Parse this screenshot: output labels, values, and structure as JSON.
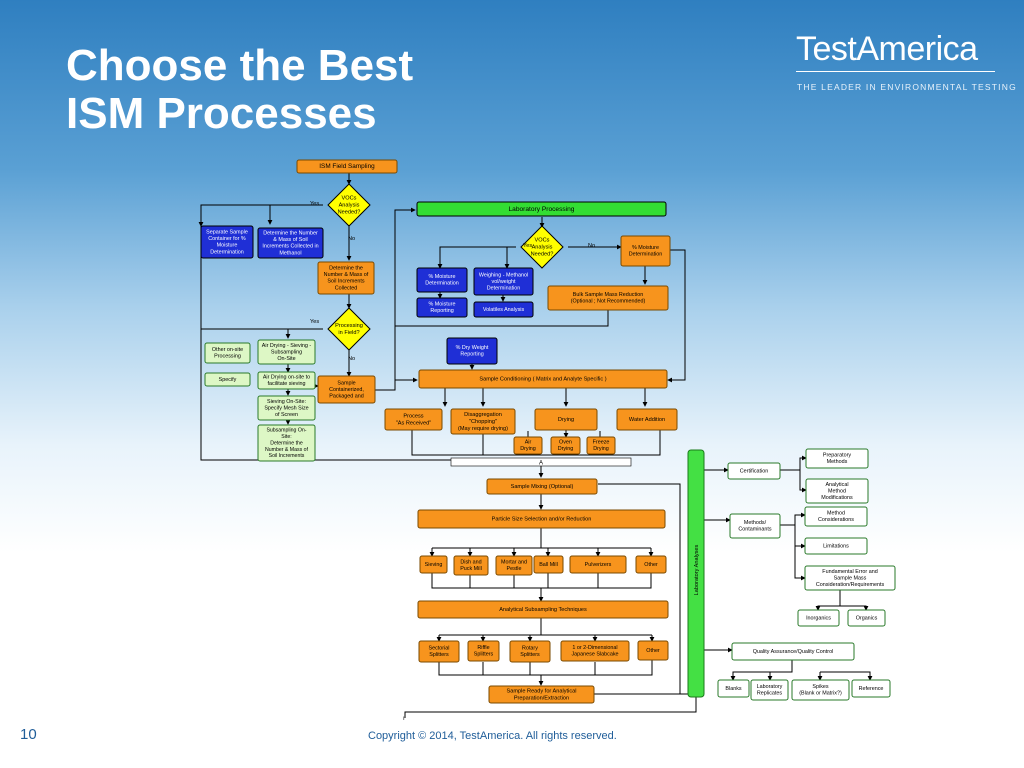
{
  "slide": {
    "title_line1": "Choose the Best",
    "title_line2": "ISM Processes",
    "logo_text": "TestAmerica",
    "tagline": "THE LEADER IN ENVIRONMENTAL TESTING",
    "page_number": "10",
    "copyright": "Copyright © 2014, TestAmerica.  All rights reserved."
  },
  "colors": {
    "orange": "#f7941d",
    "blue": "#1f2fd6",
    "green_bar": "#33dd33",
    "green_box": "#ddf7c5",
    "yellow_diamond": "#ffff00",
    "lab_bar": "#44e044"
  },
  "flow": {
    "ism_field_sampling": "ISM Field Sampling",
    "vocs_field": [
      "VOCs",
      "Analysis",
      "Needed?"
    ],
    "yes": "Yes",
    "no": "No",
    "separate_sample": [
      "Separate Sample",
      "Container for %",
      "Moisture",
      "Determination"
    ],
    "determine_methanol": [
      "Determine the Number",
      "& Mass of Soil",
      "Increments Collected in",
      "Methanol"
    ],
    "determine_collected": [
      "Determine the",
      "Number & Mass of",
      "Soil Increments",
      "Collected"
    ],
    "processing_in_field": [
      "Processing",
      "in Field?"
    ],
    "other_onsite": [
      "Other on-site",
      "Processing"
    ],
    "air_drying_sieving": [
      "Air Drying - Sieving -",
      "Subsampling",
      "On-Site"
    ],
    "specify": "Specify",
    "air_drying_onsite": [
      "Air Drying on-site to",
      "facilitate sieving"
    ],
    "sieving_onsite": [
      "Sieving On-Site:",
      "Specify Mesh Size",
      "of Screen"
    ],
    "subsampling_onsite": [
      "Subsampling On-",
      "Site:",
      "Determine the",
      "Number & Mass of",
      "Soil  Increments"
    ],
    "sample_containerized": [
      "Sample",
      "Containerized,",
      "Packaged and"
    ],
    "laboratory_processing": "Laboratory Processing",
    "vocs_lab": [
      "VOCs",
      "Analysis",
      "Needed?"
    ],
    "pct_moisture_right": [
      "% Moisture",
      "Determination"
    ],
    "pct_moisture_left": [
      "% Moisture",
      "Determination"
    ],
    "weighing_methanol": [
      "Weighing - Methanol",
      "vol/weight",
      "Determination"
    ],
    "pct_moisture_reporting": [
      "% Moisture",
      "Reporting"
    ],
    "volatiles_analysis": "Volatiles Analysis",
    "bulk_sample_mass": [
      "Bulk Sample Mass Reduction",
      "(Optional ; Not Recommended)"
    ],
    "pct_dry_weight": [
      "% Dry  Weight",
      "Reporting"
    ],
    "sample_conditioning": "Sample Conditioning ( Matrix and Analyte Specific )",
    "process_as_received": [
      "Process",
      "\"As Received\""
    ],
    "disaggregation": [
      "Disaggregation",
      "\"Chopping\"",
      "(May require drying)"
    ],
    "drying": "Drying",
    "water_addition": "Water Addition",
    "air_drying": [
      "Air",
      "Drying"
    ],
    "oven_drying": [
      "Oven",
      "Drying"
    ],
    "freeze_drying": [
      "Freeze",
      "Drying"
    ],
    "connector_a": "A",
    "sample_mixing": "Sample Mixing   (Optional)",
    "particle_size": "Particle Size Selection and/or Reduction",
    "sieving": "Sieving",
    "dish_puck": [
      "Dish and",
      "Puck Mill"
    ],
    "mortar_pestle": [
      "Mortar and",
      "Pestle"
    ],
    "ball_mill": "Ball Mill",
    "pulverizers": "Pulverizers",
    "other_mill": "Other",
    "analytical_subsampling": "Analytical Subsampling Techniques",
    "sectorial": [
      "Sectorial",
      "Splitters"
    ],
    "riffle": [
      "Riffle",
      "Splitters"
    ],
    "rotary": [
      "Rotary",
      "Splitters"
    ],
    "japanese_slabcake": [
      "1 or 2-Dimensional",
      "Japanese Slabcake"
    ],
    "other_split": "Other",
    "sample_ready": [
      "Sample Ready for Analytical",
      "Preparation/Extraction"
    ],
    "laboratory_analyses": "Laboratory  Analyses",
    "certification": "Certification",
    "preparatory_methods": [
      "Preparatory",
      "Methods"
    ],
    "analytical_method_mods": [
      "Analytical",
      "Method",
      "Modifications"
    ],
    "methods_contaminants": [
      "Methods/",
      "Contaminants"
    ],
    "method_considerations": [
      "Method",
      "Considerations"
    ],
    "limitations": "Limitations",
    "fundamental_error": [
      "Fundamental Error and",
      "Sample Mass",
      "Consideration/Requirements"
    ],
    "inorganics": "Inorganics",
    "organics": "Organics",
    "qa_qc": "Quality  Assurance/Quality  Control",
    "blanks": "Blanks",
    "lab_replicates": [
      "Laboratory",
      "Replicates"
    ],
    "spikes": [
      "Spikes",
      "(Blank or Matrix?)"
    ],
    "reference": "Reference",
    "small_mark": "ı"
  }
}
